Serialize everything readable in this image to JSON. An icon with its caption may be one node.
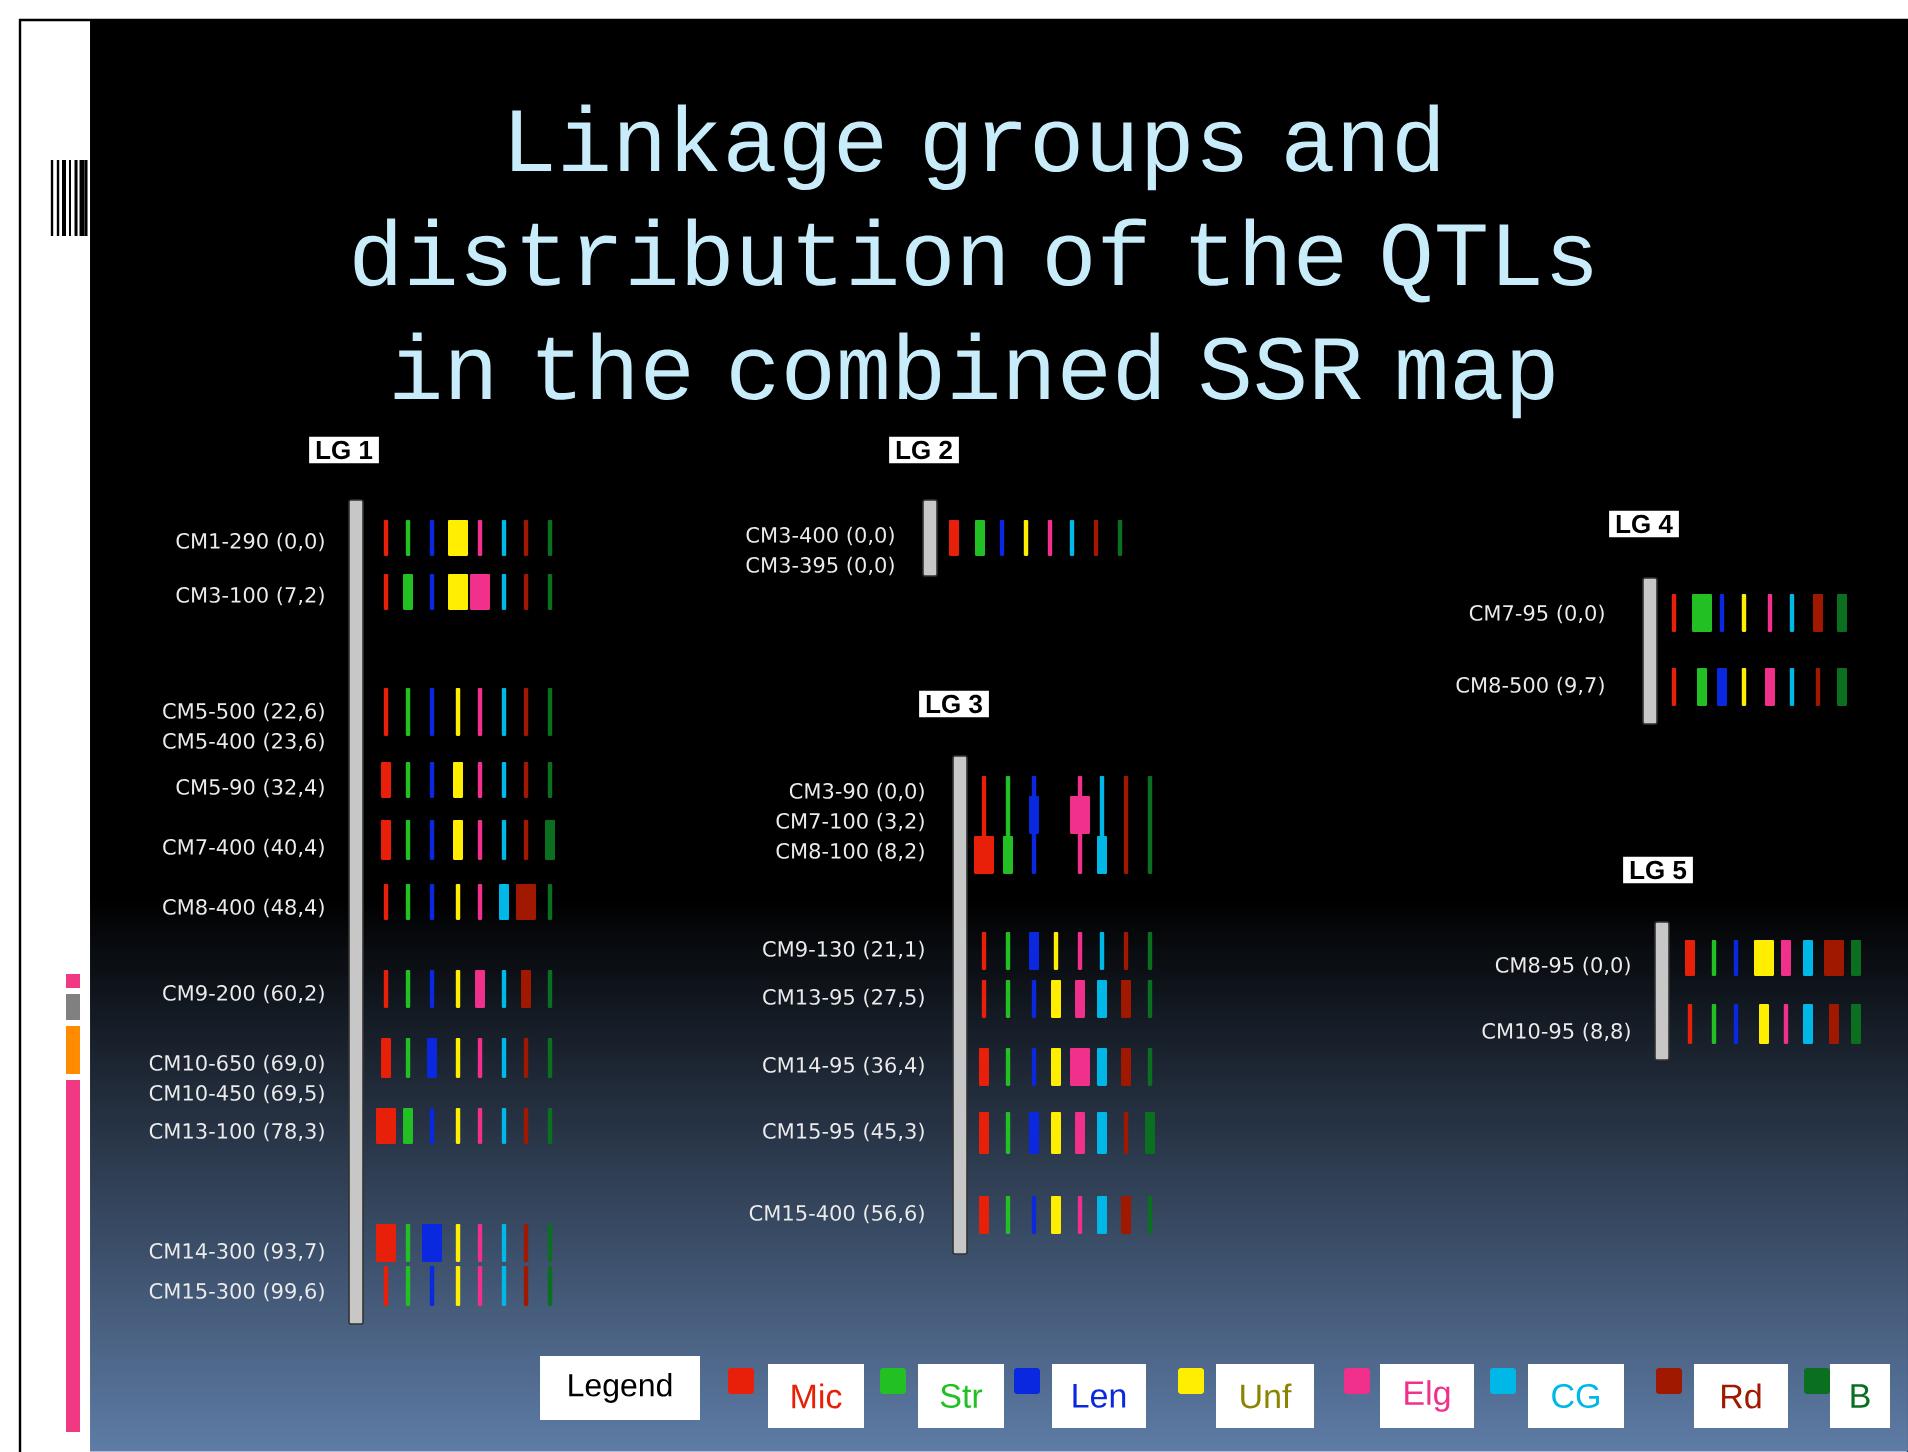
{
  "diagram": {
    "title": "Linkage groups and distribution of the QTLs in the combined SSR map",
    "nodes": [
      {
        "text": [
          "LG 1"
        ],
        "beside": [
          "CM1-290 (0,0)",
          "CM3-100 (7,2)",
          "CM5-500 (22,6)",
          "CM5-400 (23,6)",
          "CM5-90 (32,4)",
          "CM7-400 (40,4)",
          "CM8-400 (48,4)",
          "CM9-200 (60,2)",
          "CM10-650 (69,0)",
          "CM10-450 (69,5)",
          "CM13-100 (78,3)",
          "CM14-300 (93,7)",
          "CM15-300 (99,6)"
        ]
      },
      {
        "text": [
          "LG 2"
        ],
        "beside": [
          "CM3-400 (0,0)",
          "CM3-395 (0,0)"
        ]
      },
      {
        "text": [
          "LG 3"
        ],
        "beside": [
          "CM3-90 (0,0)",
          "CM7-100 (3,2)",
          "CM8-100 (8,2)",
          "CM9-130 (21,1)",
          "CM13-95 (27,5)",
          "CM14-95 (36,4)",
          "CM15-95 (45,3)",
          "CM15-400 (56,6)"
        ]
      },
      {
        "text": [
          "LG 4"
        ],
        "beside": [
          "CM7-95 (0,0)",
          "CM8-500 (9,7)"
        ]
      },
      {
        "text": [
          "LG 5"
        ],
        "beside": [
          "CM8-95 (0,0)",
          "CM10-95 (8,8)"
        ]
      }
    ],
    "labels": [
      "Legend"
    ],
    "legend": [
      {
        "text": "Mic",
        "color": "#e8200a"
      },
      {
        "text": "Str",
        "color": "#22c022"
      },
      {
        "text": "Len",
        "color": "#0a28e0"
      },
      {
        "text": "Unf",
        "color": "#ffee00"
      },
      {
        "text": "Elg",
        "color": "#f0308a"
      },
      {
        "text": "CG",
        "color": "#00b8e8"
      },
      {
        "text": "Rd",
        "color": "#a01800"
      },
      {
        "text": "B",
        "color": "#0a7020"
      }
    ]
  }
}
